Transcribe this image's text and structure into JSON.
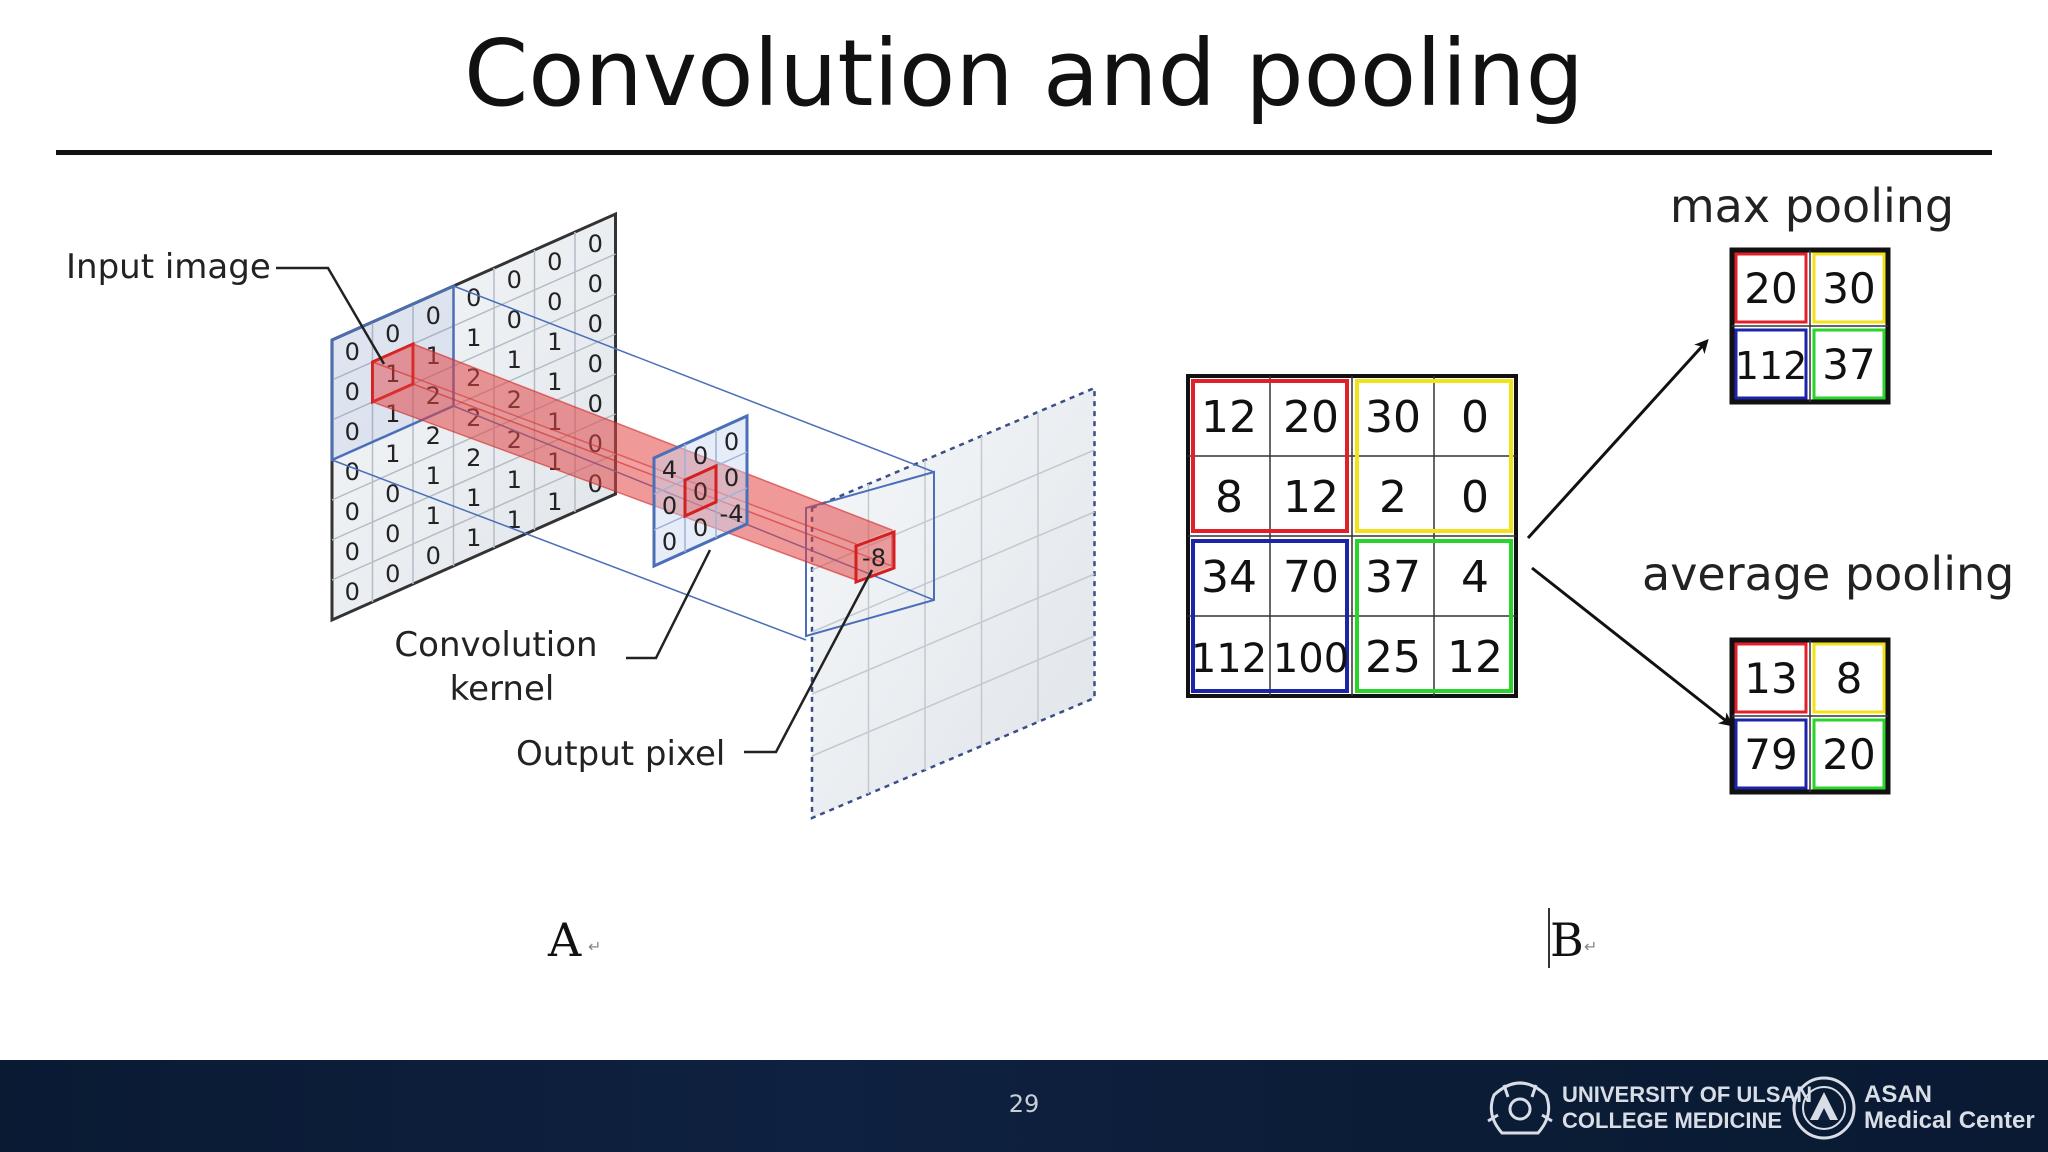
{
  "slide": {
    "title": "Convolution and pooling",
    "page_number": "29"
  },
  "panel_a": {
    "label": "A",
    "input_label": "Input image",
    "kernel_label_line1": "Convolution",
    "kernel_label_line2": "kernel",
    "output_label": "Output pixel",
    "input_grid": [
      [
        "0",
        "0",
        "0",
        "0",
        "0",
        "0",
        "0"
      ],
      [
        "0",
        "1",
        "1",
        "1",
        "0",
        "0",
        "0"
      ],
      [
        "0",
        "1",
        "2",
        "2",
        "1",
        "1",
        "0"
      ],
      [
        "0",
        "1",
        "2",
        "2",
        "2",
        "1",
        "0"
      ],
      [
        "0",
        "0",
        "1",
        "2",
        "2",
        "1",
        "0"
      ],
      [
        "0",
        "0",
        "1",
        "1",
        "1",
        "1",
        "0"
      ],
      [
        "0",
        "0",
        "0",
        "1",
        "1",
        "1",
        "0"
      ]
    ],
    "kernel_grid": [
      [
        "4",
        "0",
        "0"
      ],
      [
        "0",
        "0",
        "0"
      ],
      [
        "0",
        "0",
        "-4"
      ]
    ],
    "output_value": "-8"
  },
  "panel_b": {
    "label": "B",
    "input_grid": [
      [
        "12",
        "20",
        "30",
        "0"
      ],
      [
        "8",
        "12",
        "2",
        "0"
      ],
      [
        "34",
        "70",
        "37",
        "4"
      ],
      [
        "112",
        "100",
        "25",
        "12"
      ]
    ],
    "max_pooling": {
      "label": "max pooling",
      "grid": [
        [
          "20",
          "30"
        ],
        [
          "112",
          "37"
        ]
      ]
    },
    "average_pooling": {
      "label": "average pooling",
      "grid": [
        [
          "13",
          "8"
        ],
        [
          "79",
          "20"
        ]
      ]
    },
    "quadrant_colors": {
      "top_left": "#e0202a",
      "top_right": "#f2e21a",
      "bottom_left": "#1c24a8",
      "bottom_right": "#2ad42a"
    }
  },
  "footer": {
    "university_line1": "UNIVERSITY OF ULSAN",
    "university_line2": "COLLEGE MEDICINE",
    "asan_line1": "ASAN",
    "asan_line2": "Medical Center"
  }
}
